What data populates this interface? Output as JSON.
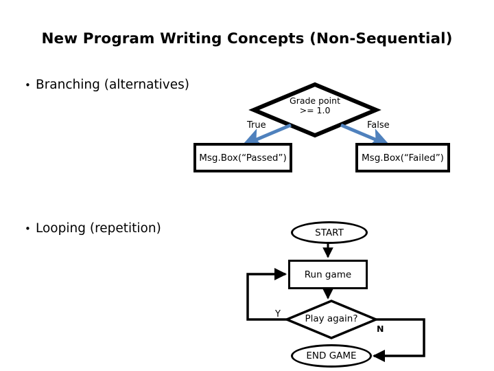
{
  "slide": {
    "title": "New Program Writing Concepts (Non-Sequential)",
    "background_color": "#ffffff",
    "text_color": "#000000",
    "accent_arrow_color": "#4f81bd"
  },
  "bullets": [
    {
      "marker": "•",
      "label": "Branching (alternatives)"
    },
    {
      "marker": "•",
      "label": "Looping (repetition)"
    }
  ],
  "branching_diagram": {
    "decision": {
      "line1": "Grade point",
      "line2": ">= 1.0"
    },
    "edges": [
      {
        "label": "True",
        "color": "#4f81bd"
      },
      {
        "label": "False",
        "color": "#4f81bd"
      }
    ],
    "outcomes": [
      {
        "label": "Msg.Box(“Passed”)"
      },
      {
        "label": "Msg.Box(“Failed”)"
      }
    ]
  },
  "looping_diagram": {
    "start": "START",
    "process": "Run game",
    "decision": "Play again?",
    "end": "END GAME",
    "edges": [
      {
        "label": "Y",
        "color": "#000000"
      },
      {
        "label": "N",
        "color": "#000000"
      }
    ]
  }
}
